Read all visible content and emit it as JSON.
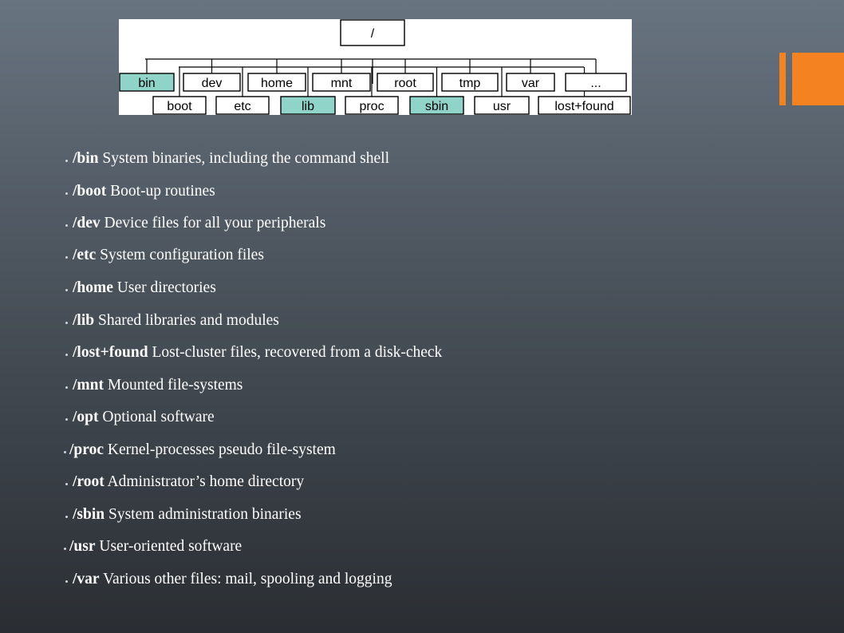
{
  "diagram": {
    "root": "/",
    "nodes": [
      {
        "label": "bin",
        "highlighted": true
      },
      {
        "label": "dev",
        "highlighted": false
      },
      {
        "label": "home",
        "highlighted": false
      },
      {
        "label": "mnt",
        "highlighted": false
      },
      {
        "label": "root",
        "highlighted": false
      },
      {
        "label": "tmp",
        "highlighted": false
      },
      {
        "label": "var",
        "highlighted": false
      },
      {
        "label": "...",
        "highlighted": false
      },
      {
        "label": "boot",
        "highlighted": false
      },
      {
        "label": "etc",
        "highlighted": false
      },
      {
        "label": "lib",
        "highlighted": true
      },
      {
        "label": "proc",
        "highlighted": false
      },
      {
        "label": "sbin",
        "highlighted": true
      },
      {
        "label": "usr",
        "highlighted": false
      },
      {
        "label": "lost+found",
        "highlighted": false
      }
    ],
    "highlight_color": "#8fd3c9"
  },
  "accent_color": "#f58220",
  "items": [
    {
      "term": "/bin",
      "desc": "System binaries, including the command shell"
    },
    {
      "term": "/boot",
      "desc": "Boot-up routines"
    },
    {
      "term": "/dev",
      "desc": "Device files for all your peripherals"
    },
    {
      "term": "/etc",
      "desc": "System configuration files"
    },
    {
      "term": "/home",
      "desc": "User directories"
    },
    {
      "term": "/lib",
      "desc": "Shared libraries and modules"
    },
    {
      "term": "/lost+found",
      "desc": "Lost-cluster files, recovered from a disk-check"
    },
    {
      "term": "/mnt",
      "desc": "Mounted file-systems"
    },
    {
      "term": "/opt",
      "desc": "Optional software"
    },
    {
      "term": "/proc",
      "desc": "Kernel-processes pseudo file-system"
    },
    {
      "term": "/root",
      "desc": "Administrator’s home directory"
    },
    {
      "term": "/sbin",
      "desc": "System administration binaries"
    },
    {
      "term": "/usr",
      "desc": "User-oriented software"
    },
    {
      "term": "/var",
      "desc": "Various other files: mail, spooling and logging"
    }
  ]
}
